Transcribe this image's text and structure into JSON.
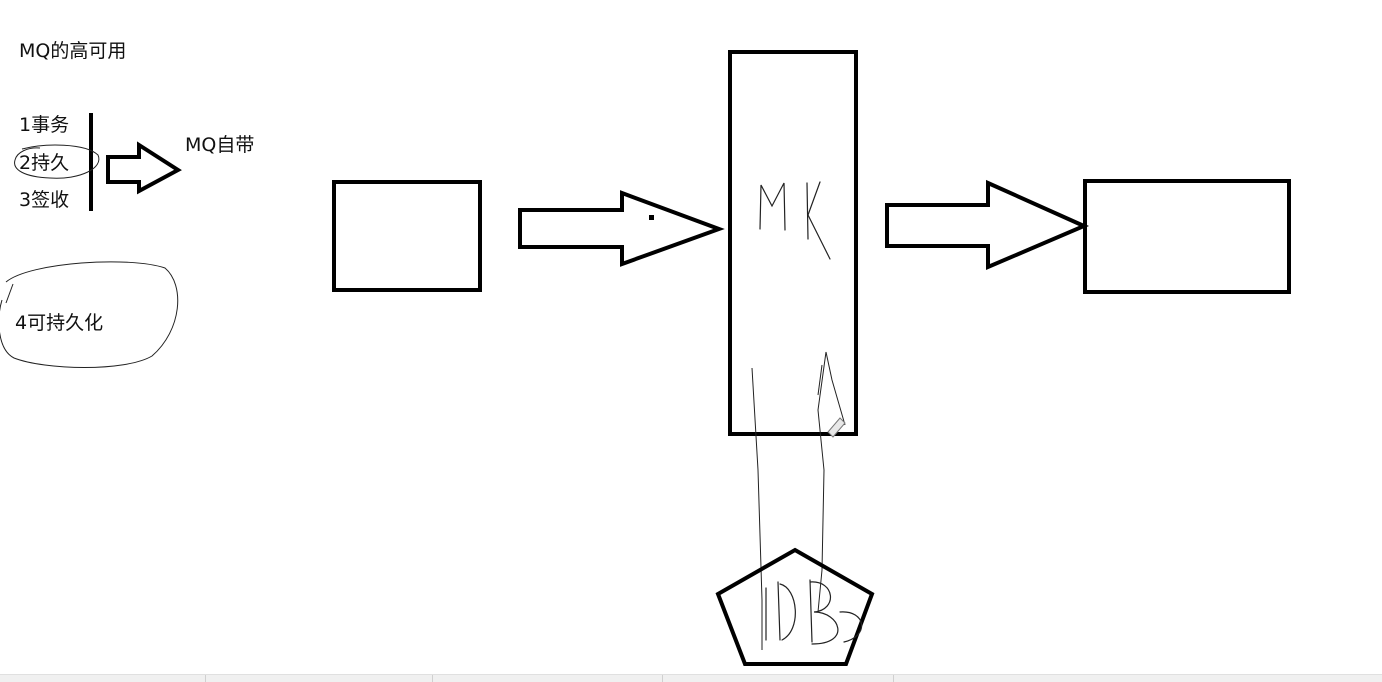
{
  "labels": {
    "title": "MQ的高可用",
    "item1": "1事务",
    "item2": "2持久",
    "item3": "3签收",
    "builtin": "MQ自带",
    "item4": "4可持久化"
  },
  "handwriting": {
    "broker_text": "MK",
    "db_text": "DB"
  },
  "colors": {
    "stroke": "#000000",
    "background": "#ffffff"
  }
}
